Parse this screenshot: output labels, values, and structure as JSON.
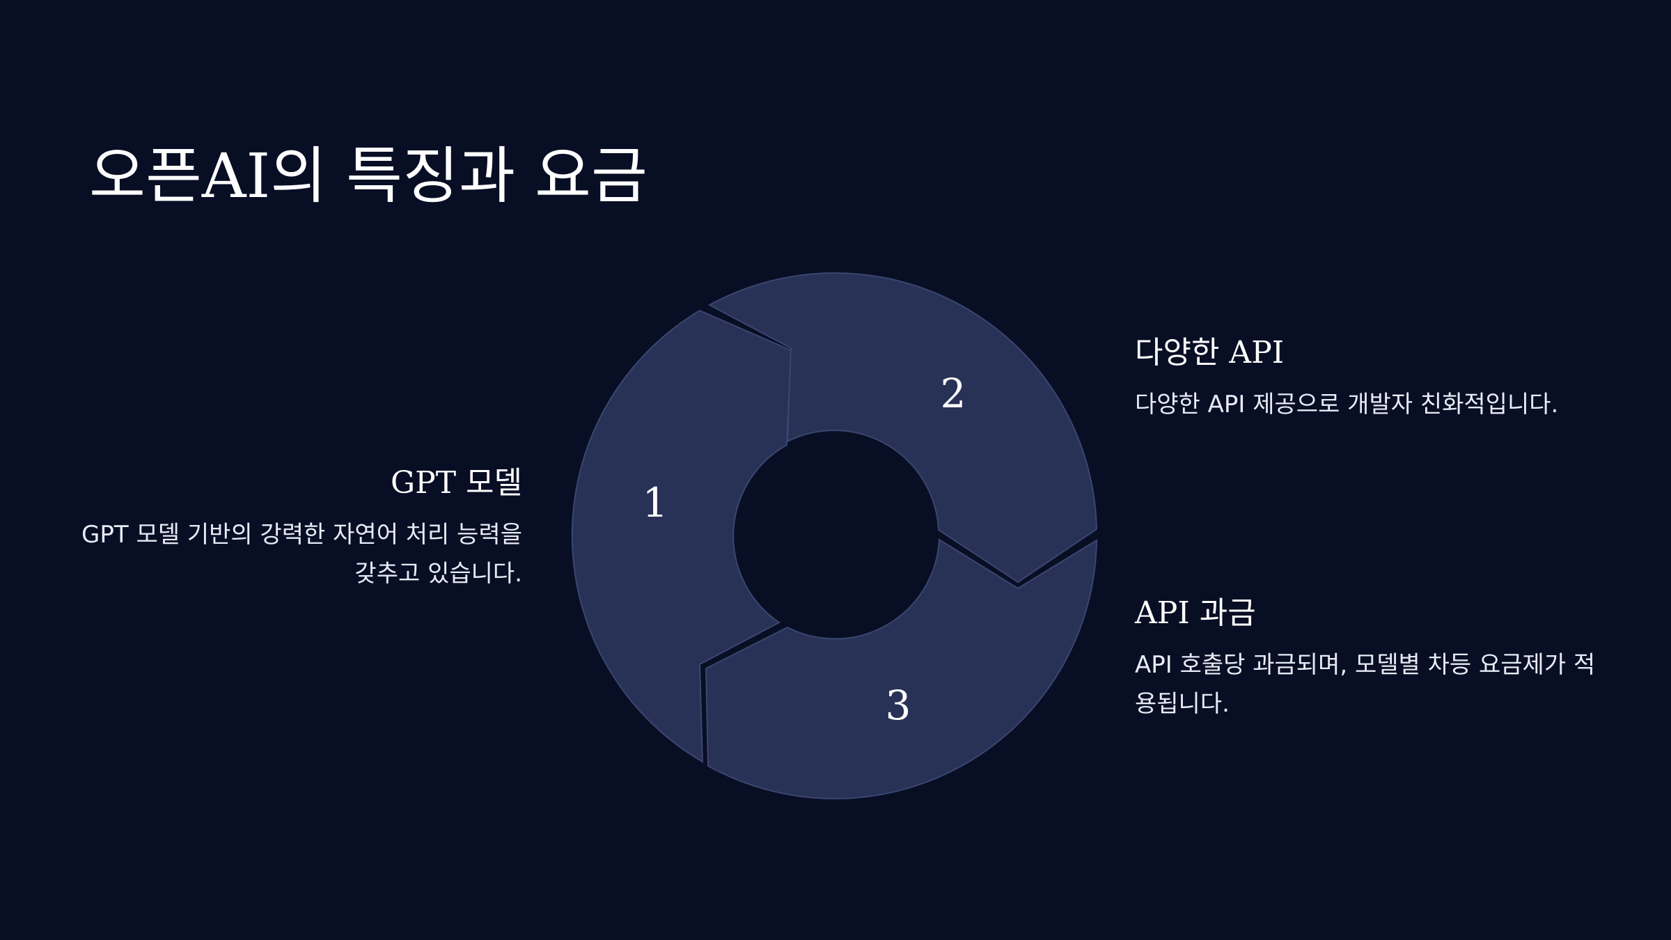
{
  "title": "오픈AI의 특징과 요금",
  "steps": [
    {
      "number": "1",
      "heading": "GPT 모델",
      "description": "GPT 모델 기반의 강력한 자연어 처리 능력을 갖추고 있습니다."
    },
    {
      "number": "2",
      "heading": "다양한 API",
      "description": "다양한 API 제공으로 개발자 친화적입니다."
    },
    {
      "number": "3",
      "heading": "API 과금",
      "description": "API 호출당 과금되며, 모델별 차등 요금제가 적용됩니다."
    }
  ],
  "colors": {
    "background": "#080e24",
    "segment_fill": "#283156",
    "segment_stroke": "#3b466f",
    "text": "#ffffff"
  }
}
